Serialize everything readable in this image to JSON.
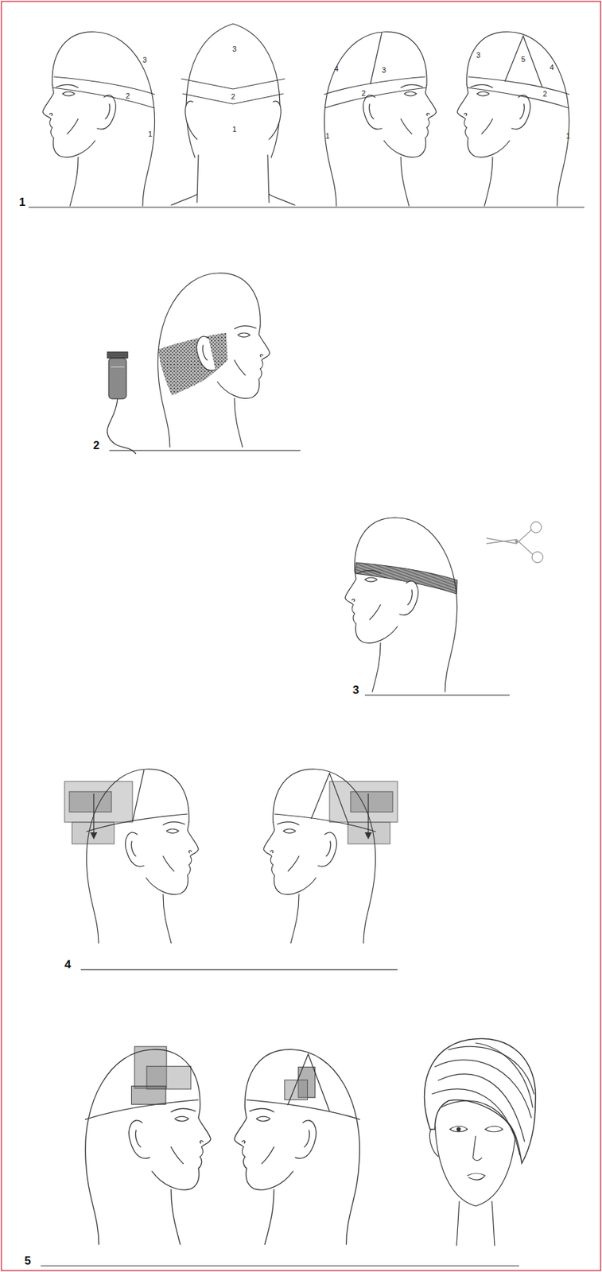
{
  "diagram": {
    "labels": [
      "3",
      "2",
      "1",
      "3",
      "2",
      "1",
      "4",
      "3",
      "2",
      "1",
      "3",
      "5",
      "4",
      "2",
      "1",
      "1",
      "2",
      "3",
      "4",
      "5"
    ]
  }
}
